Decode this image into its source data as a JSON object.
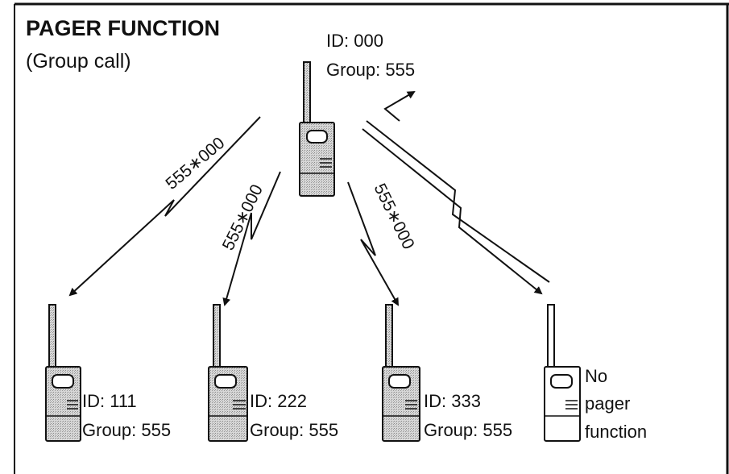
{
  "title": "PAGER FUNCTION",
  "subtitle": "(Group call)",
  "caller": {
    "id_label": "ID: 000",
    "group_label": "Group: 555"
  },
  "signal_code": "555∗000",
  "receivers": [
    {
      "id_label": "ID: 111",
      "group_label": "Group: 555"
    },
    {
      "id_label": "ID: 222",
      "group_label": "Group: 555"
    },
    {
      "id_label": "ID: 333",
      "group_label": "Group: 555"
    }
  ],
  "no_pager": {
    "line1": "No",
    "line2": "pager",
    "line3": "function"
  },
  "colors": {
    "ink": "#111111",
    "radio_fill": "#c9c9c9"
  }
}
